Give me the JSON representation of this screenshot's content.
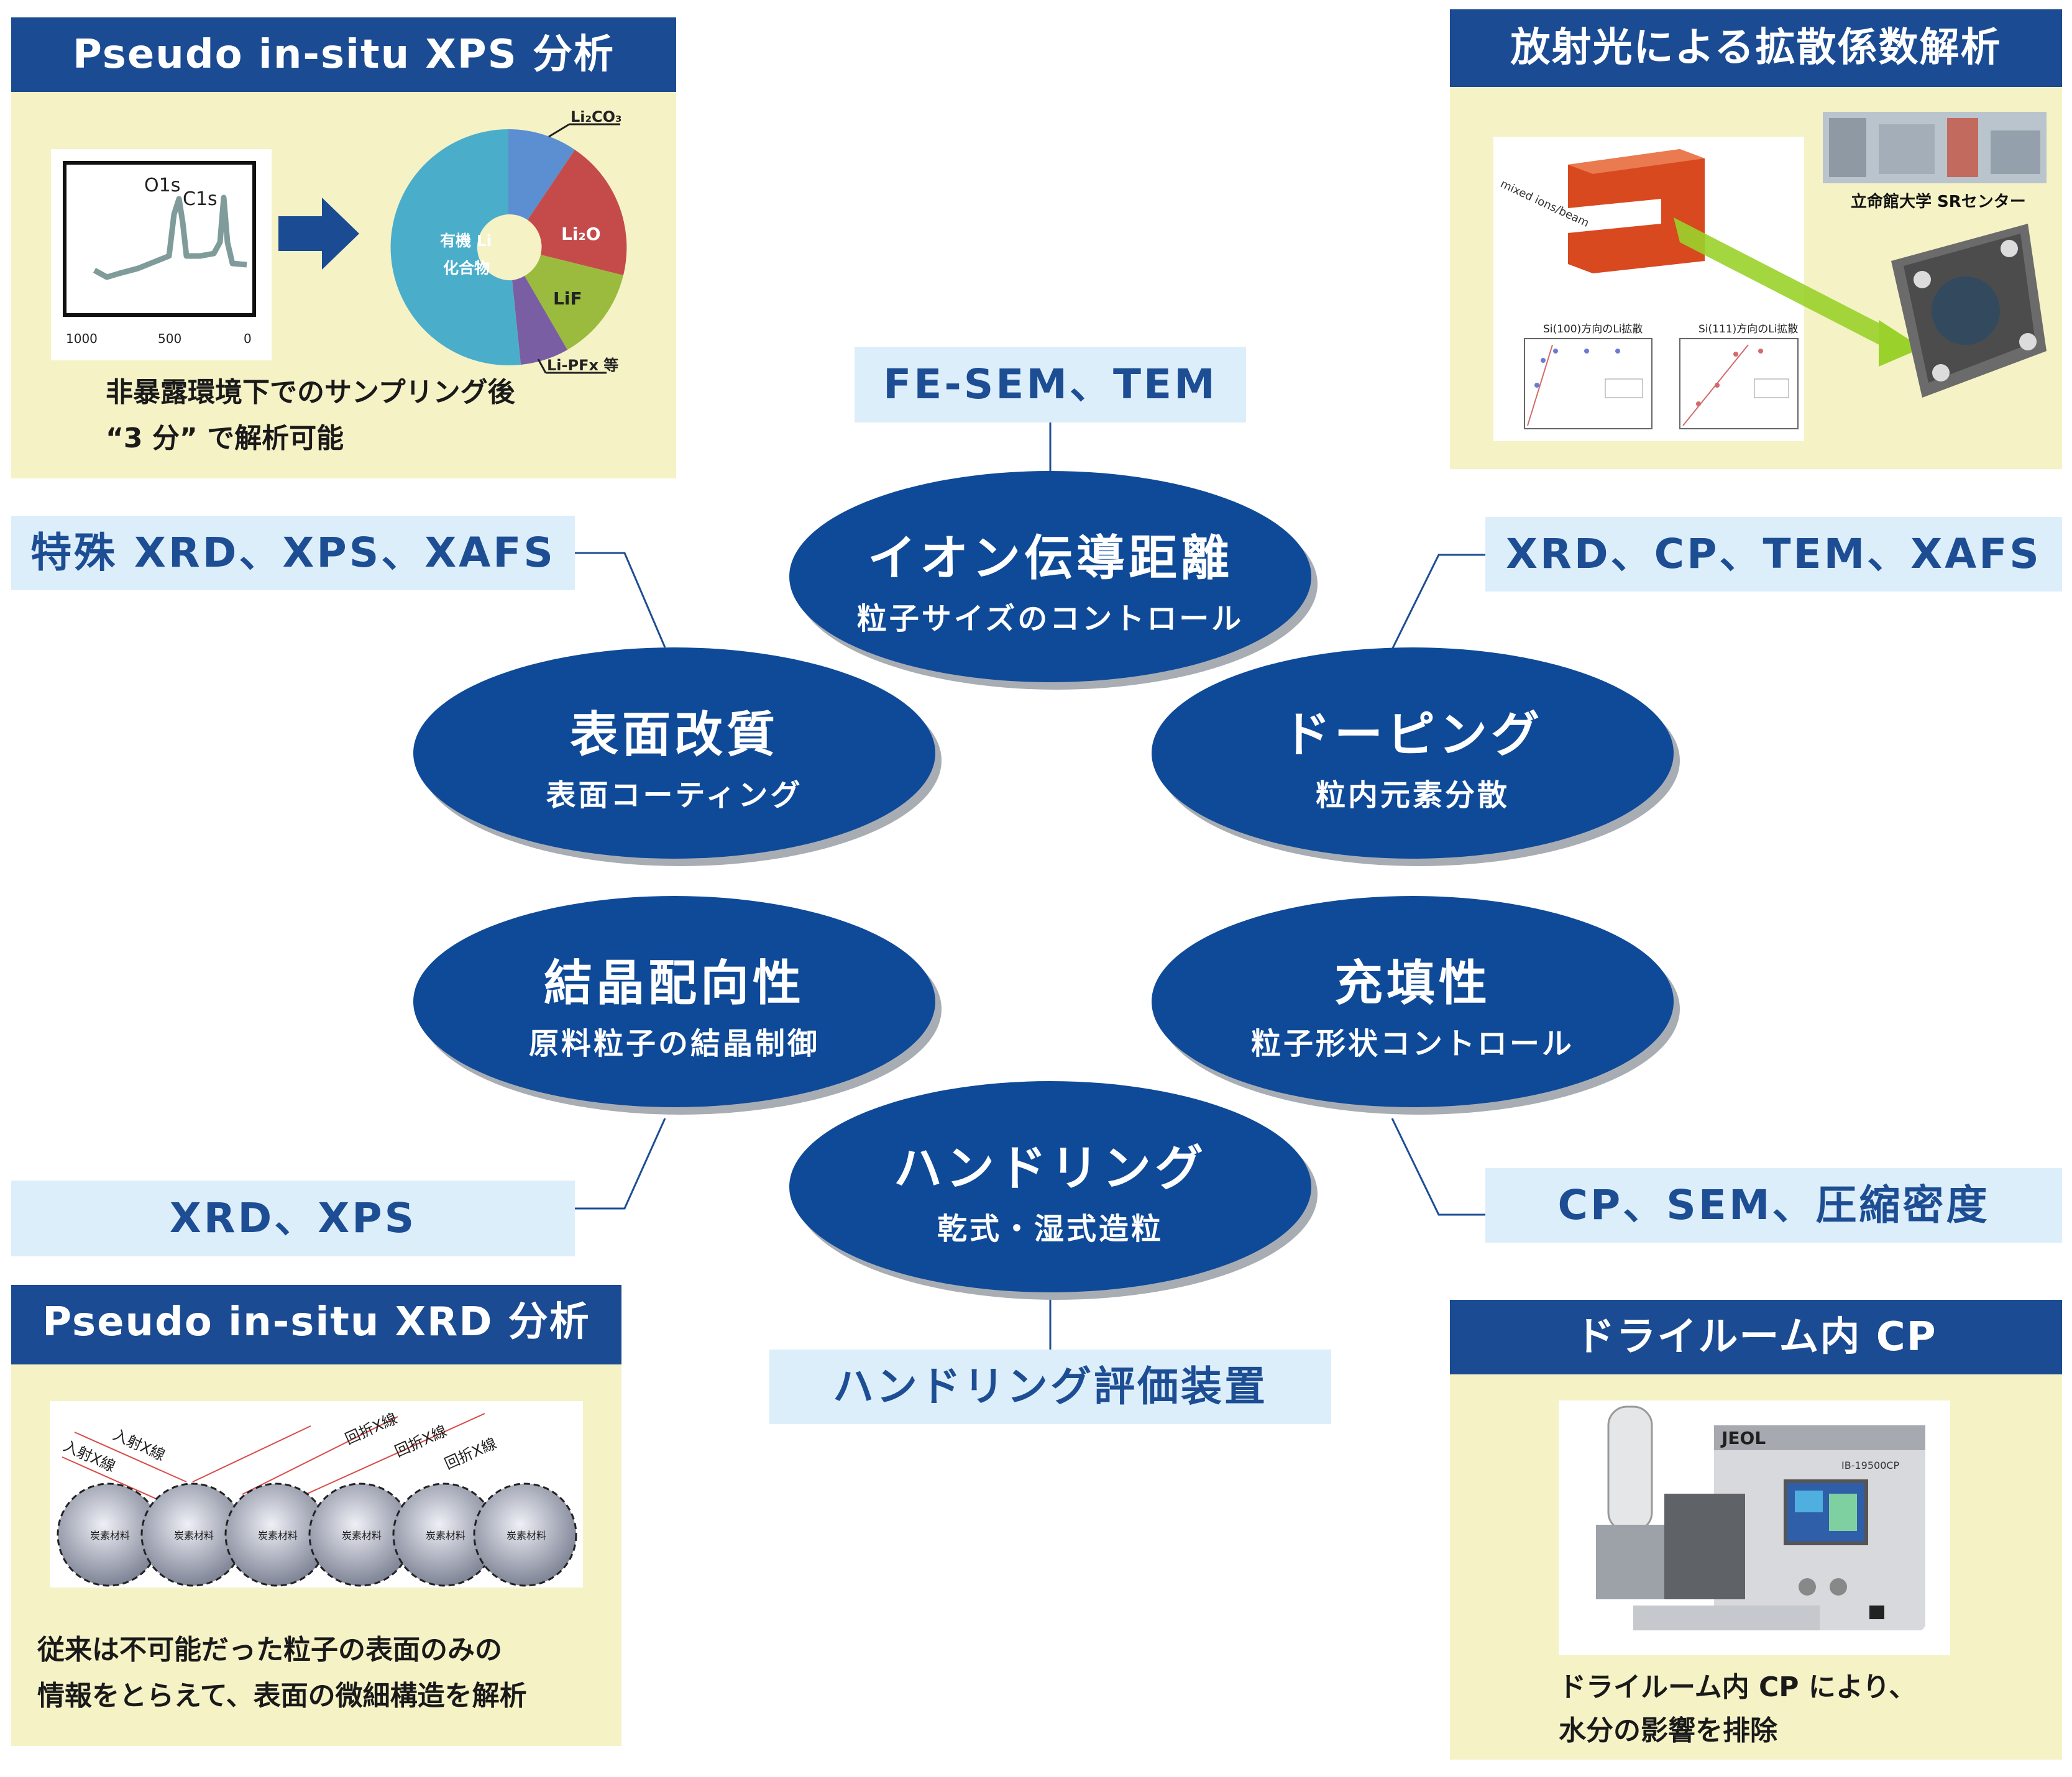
{
  "xps_panel": {
    "title": "Pseudo in-situ XPS 分析",
    "graph": {
      "peak_o": "O1s",
      "peak_c": "C1s",
      "ticks": [
        "1000",
        "500",
        "0"
      ]
    },
    "donut": {
      "center_line1": "有機 Li",
      "center_line2": "化合物",
      "li2o": "Li₂O",
      "lif": "LiF",
      "callout_li2co3": "Li₂CO₃",
      "callout_lipfx": "Li-PFx 等"
    },
    "caption_line1": "非暴露環境下でのサンプリング後",
    "caption_line2": "“3 分” で解析可能"
  },
  "sr_panel": {
    "title": "放射光による拡散係数解析",
    "facility_label": "立命館大学 SRセンター",
    "plot1_title": "Si(100)方向のLi拡散",
    "plot2_title": "Si(111)方向のLi拡散",
    "beam_label": "mixed ions/beam"
  },
  "xrd_panel": {
    "title": "Pseudo in-situ XRD 分析",
    "incident1": "入射X線",
    "incident2": "入射X線",
    "diffracted1": "回折X線",
    "diffracted2": "回折X線",
    "diffracted3": "回折X線",
    "particle_label": "炭素材料",
    "caption_line1": "従来は不可能だった粒子の表面のみの",
    "caption_line2": "情報をとらえて、表面の微細構造を解析"
  },
  "cp_panel": {
    "title": "ドライルーム内 CP",
    "brand": "JEOL",
    "model": "IB-19500CP",
    "caption_line1": "ドライルーム内 CP により、",
    "caption_line2": "水分の影響を排除"
  },
  "tags": {
    "fesem": "FE-SEM、TEM",
    "special": "特殊 XRD、XPS、XAFS",
    "xrd_cp": "XRD、CP、TEM、XAFS",
    "xrd_xps": "XRD、XPS",
    "cp_sem": "CP、SEM、圧縮密度",
    "handling_eval": "ハンドリング評価装置"
  },
  "ovals": {
    "ion": {
      "main": "イオン伝導距離",
      "sub": "粒子サイズのコントロール"
    },
    "surface": {
      "main": "表面改質",
      "sub": "表面コーティング"
    },
    "doping": {
      "main": "ドーピング",
      "sub": "粒内元素分散"
    },
    "crystal": {
      "main": "結晶配向性",
      "sub": "原料粒子の結晶制御"
    },
    "packing": {
      "main": "充填性",
      "sub": "粒子形状コントロール"
    },
    "handling": {
      "main": "ハンドリング",
      "sub": "乾式・湿式造粒"
    }
  },
  "colors": {
    "panel_title": "#1b4b92",
    "panel_bg": "#f5f2c6",
    "tag_bg": "#ddeefb",
    "tag_text": "#1d4e94",
    "oval": "#0f4a99",
    "connector": "#1d4e94"
  }
}
